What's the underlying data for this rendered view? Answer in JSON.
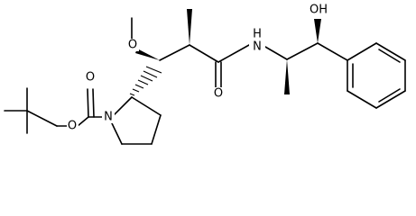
{
  "molecule": {
    "atoms": {
      "carbonyl_oxygen_boc": "O",
      "ester_oxygen": "O",
      "ring_nitrogen": "N",
      "methoxy_oxygen": "O",
      "amide_oxygen": "O",
      "amide_nitrogen": "N",
      "amide_hydrogen": "H",
      "hydroxyl": "OH"
    }
  }
}
